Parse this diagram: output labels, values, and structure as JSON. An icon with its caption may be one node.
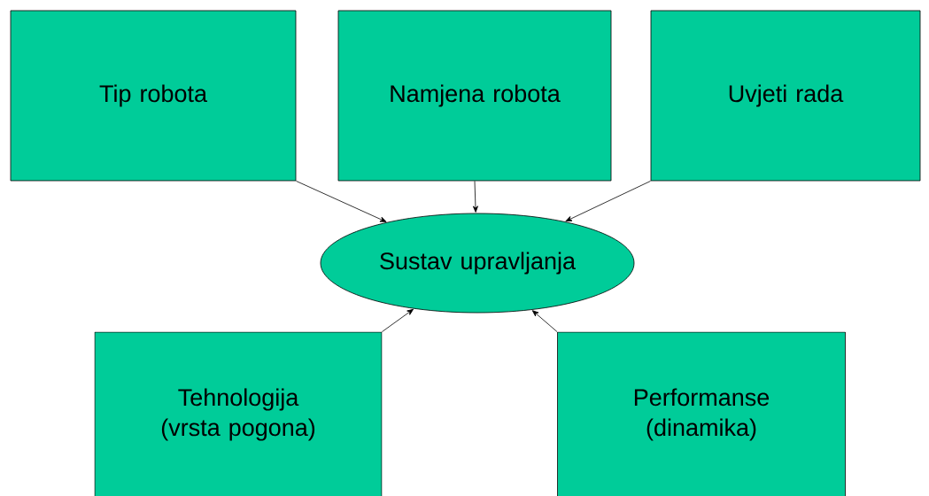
{
  "diagram": {
    "nodes": [
      {
        "text": [
          "Tip robota"
        ]
      },
      {
        "text": [
          "Namjena robota"
        ]
      },
      {
        "text": [
          "Uvjeti rada"
        ]
      },
      {
        "text": [
          "Sustav upravljanja"
        ]
      },
      {
        "text": [
          "Tehnologija (vrsta pogona)"
        ]
      },
      {
        "text": [
          "Performanse (dinamika)"
        ]
      }
    ],
    "edges": [
      {
        "from": 0,
        "to": 3,
        "arrow": "to"
      },
      {
        "from": 1,
        "to": 3,
        "arrow": "to"
      },
      {
        "from": 2,
        "to": 3,
        "arrow": "to"
      },
      {
        "from": 4,
        "to": 3,
        "arrow": "to"
      },
      {
        "from": 5,
        "to": 3,
        "arrow": "to"
      }
    ]
  }
}
